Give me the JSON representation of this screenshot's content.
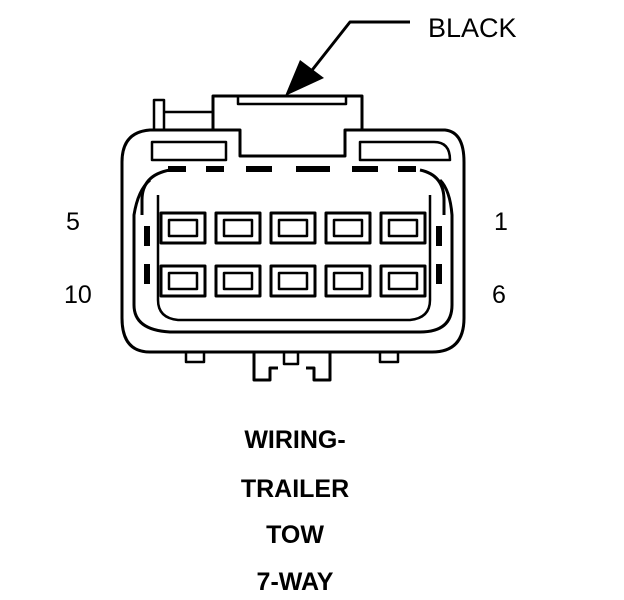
{
  "connector": {
    "color_label": "BLACK",
    "pin_labels": {
      "top_left": "5",
      "top_right": "1",
      "bottom_left": "10",
      "bottom_right": "6"
    },
    "caption_lines": [
      "WIRING-",
      "TRAILER",
      "TOW",
      "7-WAY"
    ],
    "cavity_rows": 2,
    "cavities_per_row": 5
  },
  "colors": {
    "line": "#000000",
    "background": "#ffffff"
  }
}
